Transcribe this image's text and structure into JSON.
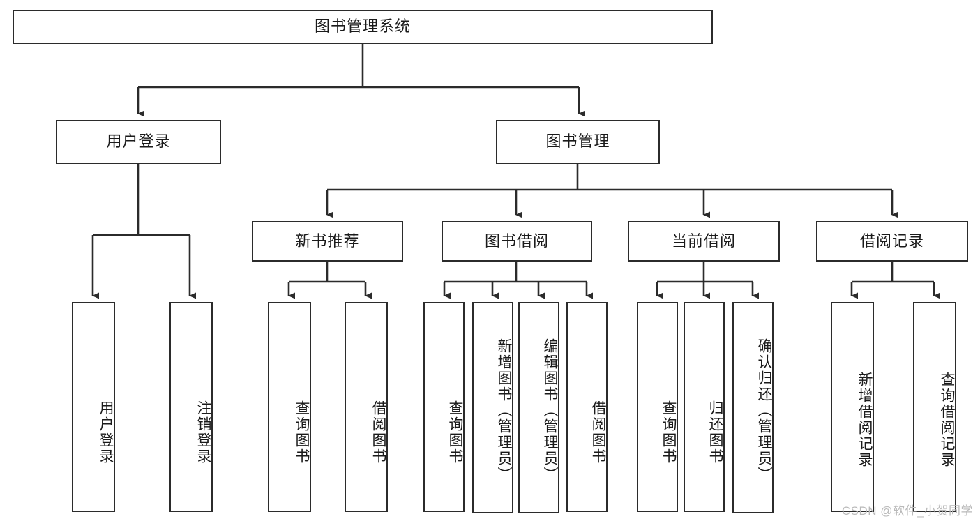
{
  "diagram": {
    "title": "图书管理系统",
    "type": "tree-hierarchy",
    "watermark": "CSDN @软件_小贺同学",
    "stroke_color": "#2b2b2b",
    "fill_color": "#ffffff",
    "text_color": "#1a1a1a"
  },
  "nodes": {
    "root": {
      "label": "图书管理系统"
    },
    "level2": [
      {
        "id": "user-login",
        "label": "用户登录"
      },
      {
        "id": "book-management",
        "label": "图书管理"
      }
    ],
    "level3": [
      {
        "id": "new-book-recommend",
        "label": "新书推荐"
      },
      {
        "id": "book-borrow",
        "label": "图书借阅"
      },
      {
        "id": "current-borrow",
        "label": "当前借阅"
      },
      {
        "id": "borrow-record",
        "label": "借阅记录"
      }
    ],
    "leaves": [
      {
        "id": "leaf-user-login",
        "label": "用户登录",
        "parent": "user-login"
      },
      {
        "id": "leaf-logout",
        "label": "注销登录",
        "parent": "user-login"
      },
      {
        "id": "leaf-query-book-1",
        "label": "查询图书",
        "parent": "new-book-recommend"
      },
      {
        "id": "leaf-borrow-book-1",
        "label": "借阅图书",
        "parent": "new-book-recommend"
      },
      {
        "id": "leaf-query-book-2",
        "label": "查询图书",
        "parent": "book-borrow"
      },
      {
        "id": "leaf-add-book",
        "label": "新增图书（管理员）",
        "parent": "book-borrow"
      },
      {
        "id": "leaf-edit-book",
        "label": "编辑图书（管理员）",
        "parent": "book-borrow"
      },
      {
        "id": "leaf-borrow-book-2",
        "label": "借阅图书",
        "parent": "book-borrow"
      },
      {
        "id": "leaf-query-book-3",
        "label": "查询图书",
        "parent": "current-borrow"
      },
      {
        "id": "leaf-return-book",
        "label": "归还图书",
        "parent": "current-borrow"
      },
      {
        "id": "leaf-confirm-return",
        "label": "确认归还（管理员）",
        "parent": "current-borrow"
      },
      {
        "id": "leaf-add-record",
        "label": "新增借阅记录",
        "parent": "borrow-record"
      },
      {
        "id": "leaf-query-record",
        "label": "查询借阅记录",
        "parent": "borrow-record"
      }
    ]
  }
}
